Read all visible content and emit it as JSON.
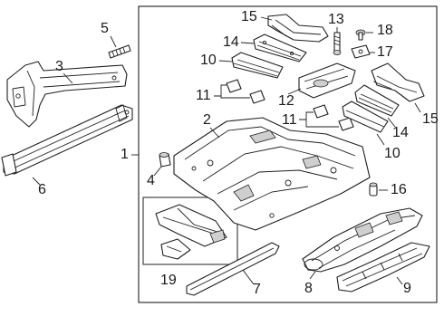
{
  "diagram": {
    "callouts": {
      "c1": "1",
      "c2": "2",
      "c3": "3",
      "c4": "4",
      "c5": "5",
      "c6": "6",
      "c7": "7",
      "c8": "8",
      "c9": "9",
      "c10a": "10",
      "c10b": "10",
      "c11a": "11",
      "c11b": "11",
      "c12": "12",
      "c13": "13",
      "c14a": "14",
      "c14b": "14",
      "c15a": "15",
      "c15b": "15",
      "c16": "16",
      "c17": "17",
      "c18": "18",
      "c19": "19"
    }
  }
}
